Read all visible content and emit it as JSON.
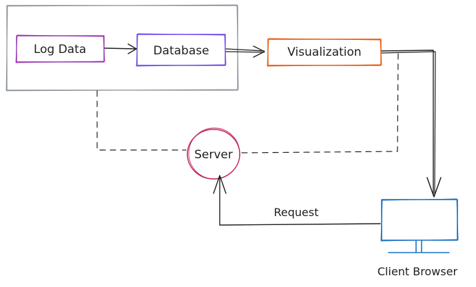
{
  "nodes": {
    "log_data": {
      "label": "Log Data",
      "color": "#9c36b5"
    },
    "database": {
      "label": "Database",
      "color": "#7048e8"
    },
    "visualization": {
      "label": "Visualization",
      "color": "#e8590c"
    },
    "server": {
      "label": "Server",
      "color": "#c2255c"
    },
    "client_browser": {
      "label": "Client Browser",
      "color": "#1971c2"
    }
  },
  "edges": {
    "request": {
      "label": "Request"
    }
  },
  "colors": {
    "ink": "#1e1e1e",
    "group_border": "#868e96"
  }
}
